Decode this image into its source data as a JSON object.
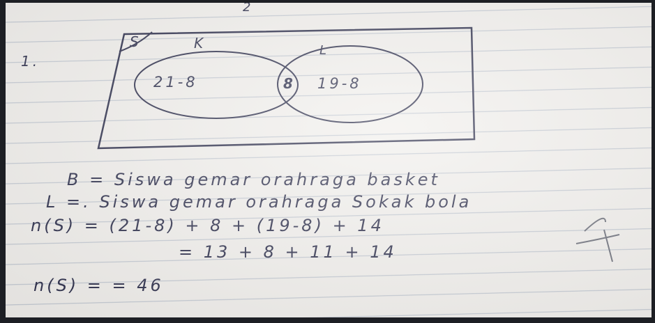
{
  "page_marker": "2",
  "problem_number": "1.",
  "venn": {
    "universal_label": "S",
    "set_k_label": "K",
    "set_l_label": "L",
    "k_only": "21-8",
    "intersection": "8",
    "l_only": "19-8"
  },
  "lines": [
    "B = Siswa gemar orahraga basket",
    "L =. Siswa gemar orahraga Sokak bola",
    "n(S) = (21-8) + 8 + (19-8) + 14",
    "= 13 + 8 + 11 + 14",
    "n(S) = = 46"
  ],
  "grade": "4"
}
